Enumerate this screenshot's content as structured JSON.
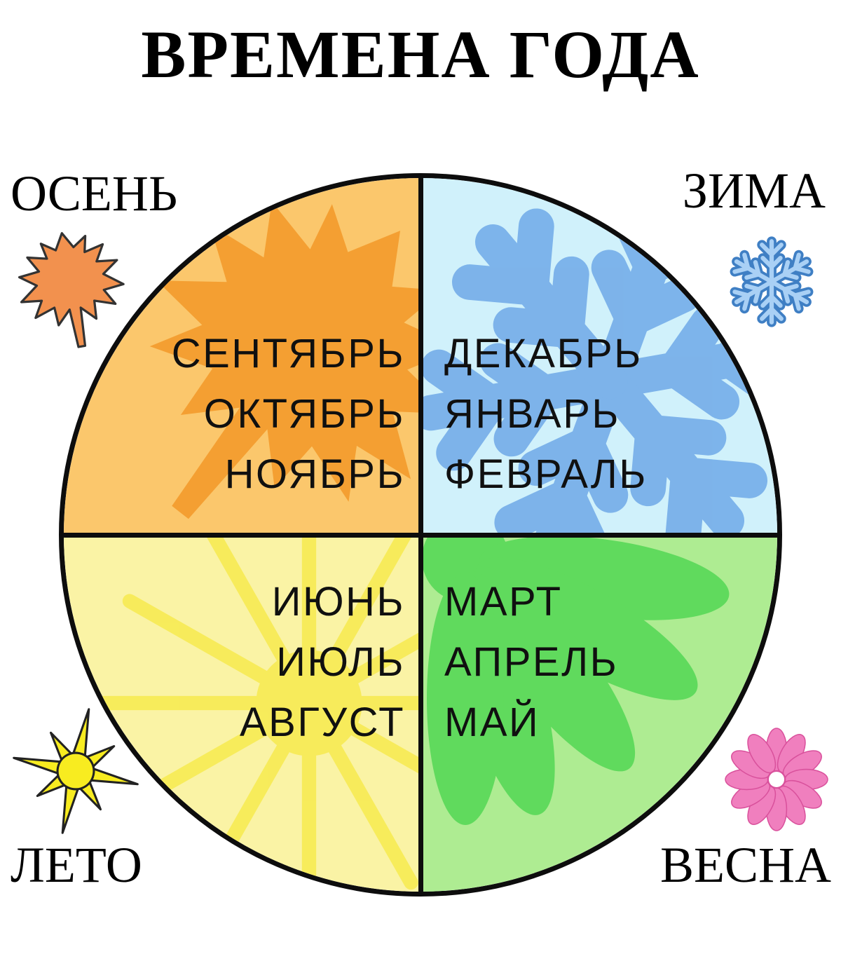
{
  "title": "ВРЕМЕНА ГОДА",
  "seasons": {
    "autumn": {
      "label": "ОСЕНЬ",
      "months": [
        "СЕНТЯБРЬ",
        "ОКТЯБРЬ",
        "НОЯБРЬ"
      ],
      "icon": "maple-leaf-icon",
      "color": "#FBC76C",
      "accent": "#F49C2E"
    },
    "winter": {
      "label": "ЗИМА",
      "months": [
        "ДЕКАБРЬ",
        "ЯНВАРЬ",
        "ФЕВРАЛЬ"
      ],
      "icon": "snowflake-icon",
      "color": "#D0F1FB",
      "accent": "#79B0EA"
    },
    "summer": {
      "label": "ЛЕТО",
      "months": [
        "ИЮНЬ",
        "ИЮЛЬ",
        "АВГУСТ"
      ],
      "icon": "sun-icon",
      "color": "#FAF3A5",
      "accent": "#F6E83C"
    },
    "spring": {
      "label": "ВЕСНА",
      "months": [
        "МАРТ",
        "АПРЕЛЬ",
        "МАЙ"
      ],
      "icon": "flower-icon",
      "color": "#AEEC92",
      "accent": "#58D958"
    }
  },
  "outline_color": "#0d0d0d",
  "background_color": "#ffffff"
}
